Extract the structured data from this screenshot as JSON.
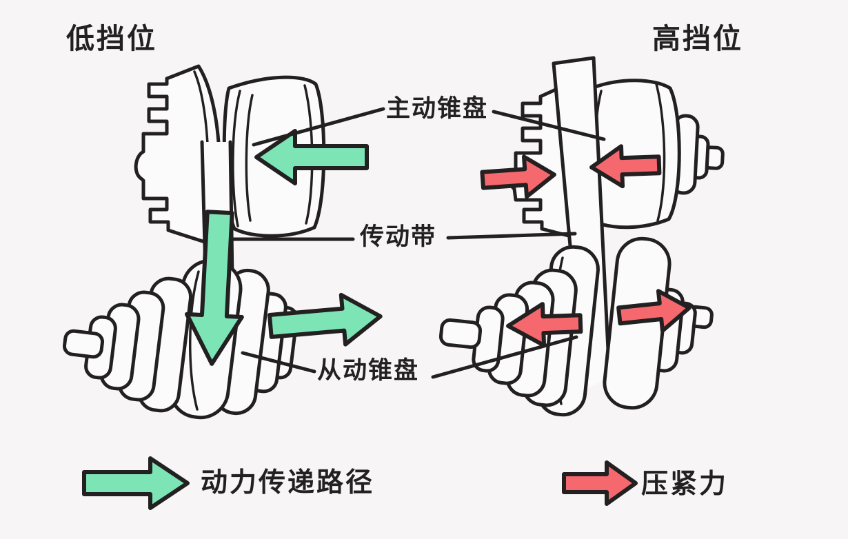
{
  "titles": {
    "low_gear": "低挡位",
    "high_gear": "高挡位"
  },
  "labels": {
    "drive_pulley": "主动锥盘",
    "belt": "传动带",
    "driven_pulley": "从动锥盘"
  },
  "legend": {
    "power_path": "动力传递路径",
    "clamping_force": "压紧力"
  },
  "colors": {
    "power_arrow": "#7de4b6",
    "clamp_arrow": "#f5696e",
    "outline": "#232021",
    "background": "#f7f5f6"
  }
}
